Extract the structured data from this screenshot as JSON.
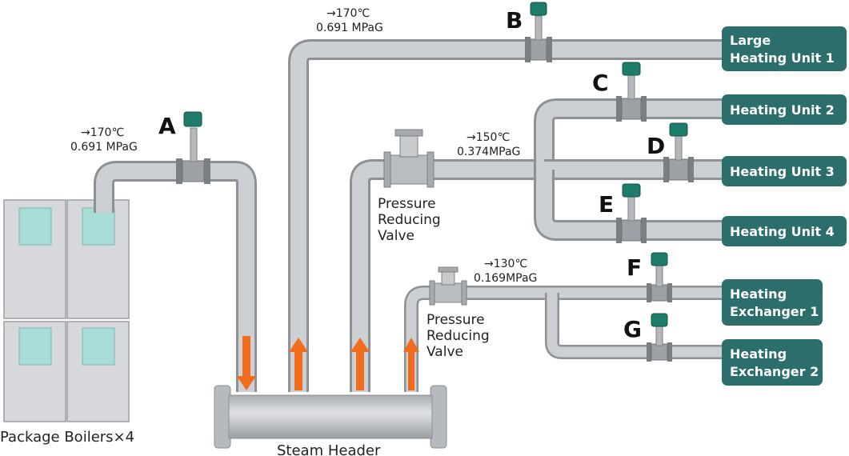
{
  "boilers_label": "Package Boilers×4",
  "header_label": "Steam Header",
  "meters": {
    "A": "A",
    "B": "B",
    "C": "C",
    "D": "D",
    "E": "E",
    "F": "F",
    "G": "G"
  },
  "conditions": {
    "a_temp": "→170℃",
    "a_press": "0.691 MPaG",
    "b_temp": "→170℃",
    "b_press": "0.691 MPaG",
    "mid_temp": "→150℃",
    "mid_press": "0.374MPaG",
    "low_temp": "→130℃",
    "low_press": "0.169MPaG"
  },
  "valves": {
    "prv1": [
      "Pressure",
      "Reducing",
      "Valve"
    ],
    "prv2": [
      "Pressure",
      "Reducing",
      "Valve"
    ]
  },
  "destinations": {
    "large_heating_unit_1": [
      "Large",
      "Heating Unit 1"
    ],
    "heating_unit_2": "Heating Unit 2",
    "heating_unit_3": "Heating Unit 3",
    "heating_unit_4": "Heating Unit 4",
    "heating_exchanger_1": [
      "Heating",
      "Exchanger 1"
    ],
    "heating_exchanger_2": [
      "Heating",
      "Exchanger 2"
    ]
  },
  "colors": {
    "pipe": "#c3c6ca",
    "pipe_edge": "#8d9095",
    "dest_box": "#2b6e6b",
    "arrow": "#f26c1d",
    "boiler": "#d6d8db",
    "boiler_window": "#a8dcd6",
    "transmitter": "#1e7c6a"
  }
}
